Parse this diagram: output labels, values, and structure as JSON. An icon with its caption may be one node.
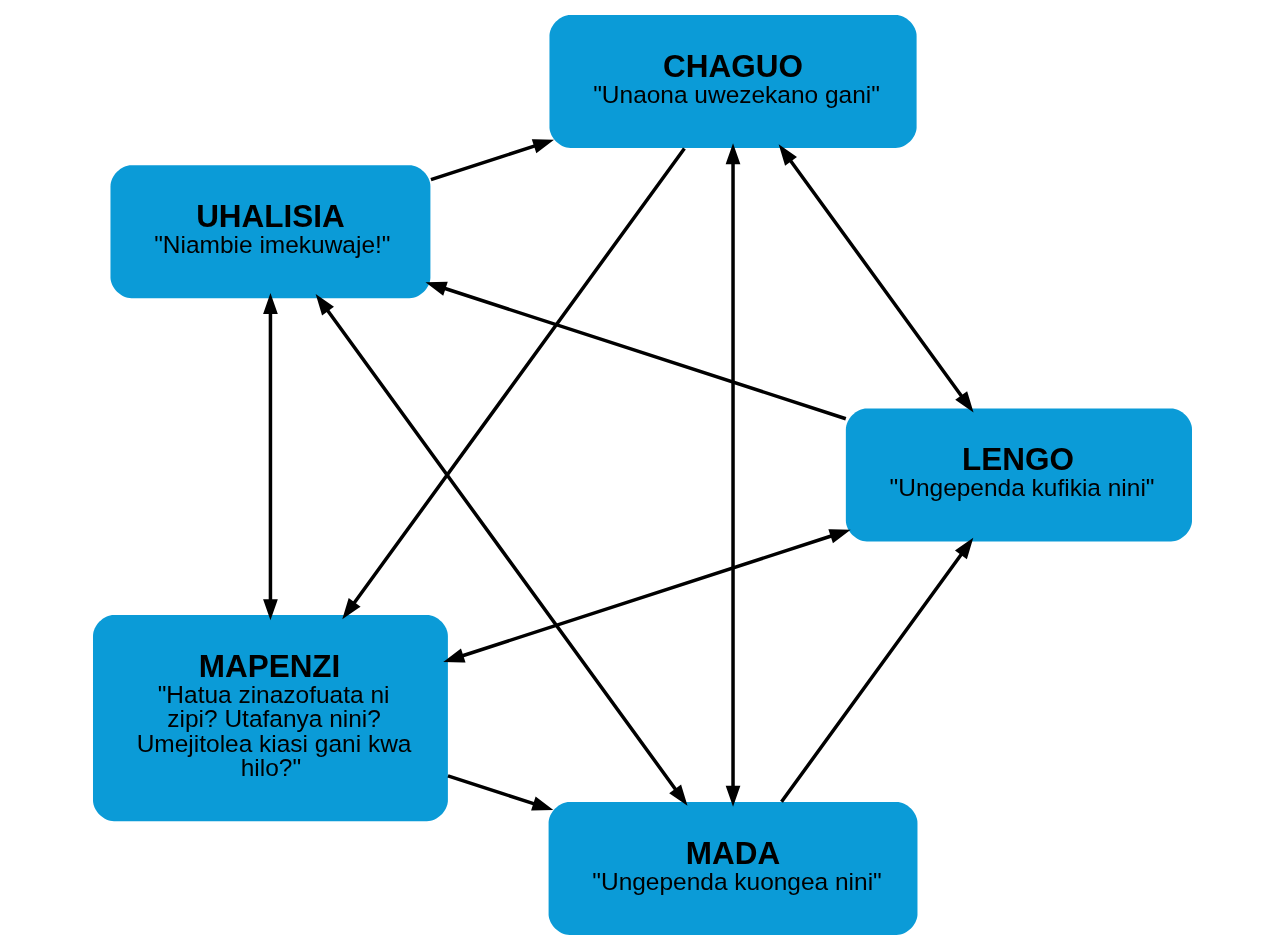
{
  "diagram": {
    "nodes": [
      {
        "text": [
          "MADA",
          "\"Ungependa kuongea nini\""
        ]
      },
      {
        "text": [
          "LENGO",
          "\"Ungependa kufikia nini\""
        ]
      },
      {
        "text": [
          "UHALISIA",
          "\"Niambie imekuwaje!\""
        ]
      },
      {
        "text": [
          "CHAGUO",
          "\"Unaona uwezekano gani\""
        ]
      },
      {
        "text": [
          "MAPENZI",
          "\"Hatua zinazofuata ni zipi? Utafanya nini? Umejitolea kiasi gani kwa hilo?\""
        ]
      }
    ],
    "edges": [
      {
        "from": 0,
        "to": 1,
        "arrow": "to"
      },
      {
        "from": 1,
        "to": 2,
        "arrow": "to"
      },
      {
        "from": 2,
        "to": 3,
        "arrow": "to"
      },
      {
        "from": 3,
        "to": 4,
        "arrow": "to"
      },
      {
        "from": 4,
        "to": 0,
        "arrow": "to"
      },
      {
        "from": 0,
        "to": 3,
        "arrow": "both"
      },
      {
        "from": 0,
        "to": 2,
        "arrow": "both"
      },
      {
        "from": 4,
        "to": 1,
        "arrow": "both"
      },
      {
        "from": 4,
        "to": 2,
        "arrow": "both"
      },
      {
        "from": 1,
        "to": 3,
        "arrow": "both"
      }
    ]
  }
}
